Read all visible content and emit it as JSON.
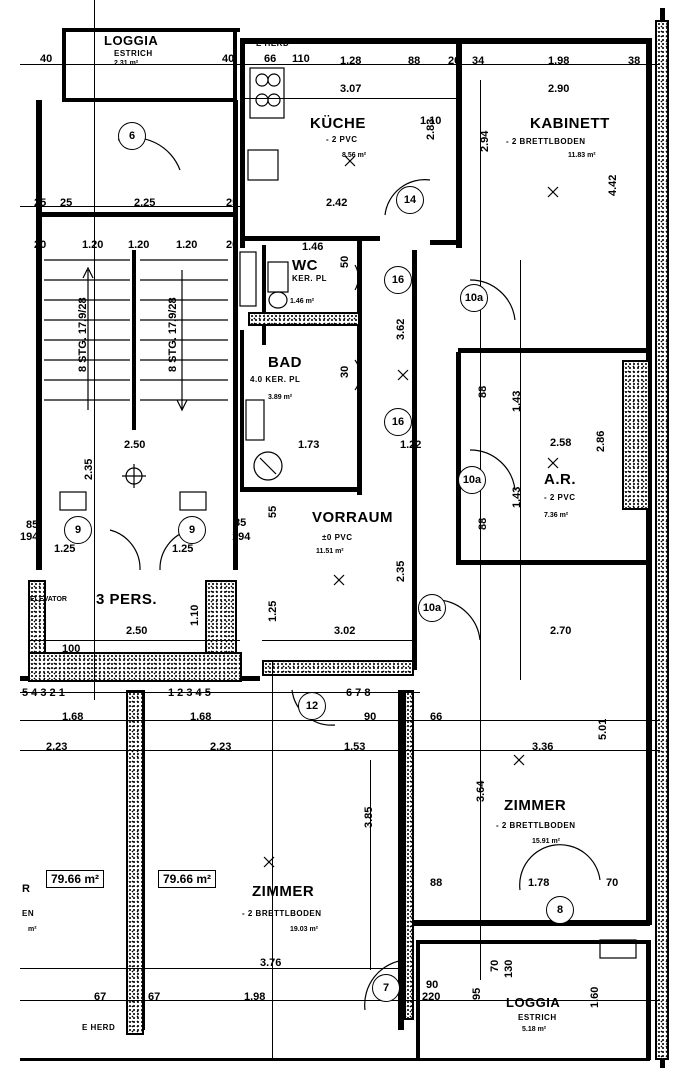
{
  "rooms": {
    "loggia_top": {
      "name": "LOGGIA",
      "floor": "ESTRICH",
      "area": "2.31 m²"
    },
    "kueche": {
      "name": "KÜCHE",
      "floor": "- 2 PVC",
      "area": "8.56 m²"
    },
    "kabinett": {
      "name": "KABINETT",
      "floor": "- 2 BRETTLBODEN",
      "area": "11.83 m²"
    },
    "wc": {
      "name": "WC",
      "floor": "KER. PL",
      "area": "1.46 m²"
    },
    "bad": {
      "name": "BAD",
      "floor": "4.0 KER. PL",
      "area": "3.89 m²"
    },
    "ar": {
      "name": "A.R.",
      "floor": "- 2 PVC",
      "area": "7.36 m²"
    },
    "vorraum": {
      "name": "VORRAUM",
      "floor": "±0 PVC",
      "area": "11.51 m²"
    },
    "zimmer_right": {
      "name": "ZIMMER",
      "floor": "- 2 BRETTLBODEN",
      "area": "15.91 m²"
    },
    "zimmer_left": {
      "name": "ZIMMER",
      "floor": "- 2 BRETTLBODEN",
      "area": "19.03 m²"
    },
    "loggia_bottom": {
      "name": "LOGGIA",
      "floor": "ESTRICH",
      "area": "5.18 m²"
    },
    "lift": {
      "name": "3 PERS."
    }
  },
  "labels": {
    "herd_top": "E HERD",
    "herd_bottom": "E HERD",
    "stair_left": "8 STG. 17,9/28",
    "stair_right": "8 STG. 17,9/28",
    "unit_area_left": "79.66 m²",
    "unit_area_right": "79.66 m²",
    "partial_left": "EN",
    "partial_left_area": "m²",
    "partial_left_letter": "R",
    "elevator_note": "ELEVATOR",
    "hundred": "100"
  },
  "doors": [
    "6",
    "14",
    "16",
    "16",
    "10a",
    "10a",
    "10a",
    "9",
    "9",
    "12",
    "8",
    "7"
  ],
  "dims": {
    "top_40a": "40",
    "top_40b": "40",
    "top_66": "66",
    "top_110": "110",
    "top_128": "1.28",
    "top_88": "88",
    "top_20": "20",
    "top_34": "34",
    "top_198": "1.98",
    "top_38": "38",
    "kue_307": "3.07",
    "kue_283": "2.83",
    "kue_110": "1.10",
    "kue_242": "2.42",
    "kab_290": "2.90",
    "kab_294": "2.94",
    "kab_442": "4.42",
    "st_225": "2.25",
    "st_25a": "25",
    "st_25b": "25",
    "st_25c": "25",
    "st_120a": "1.20",
    "st_120b": "1.20",
    "st_120c": "1.20",
    "st_20a": "20",
    "st_20b": "20",
    "wc_146": "1.46",
    "wc_50": "50",
    "bad_173": "1.73",
    "bad_30": "30",
    "vr_362": "3.62",
    "vr_122": "1.22",
    "vr_235": "2.35",
    "vr_302": "3.02",
    "vr_55": "55",
    "ar_258": "2.58",
    "ar_286": "2.86",
    "ar_143a": "1.43",
    "ar_143b": "1.43",
    "ar_88a": "88",
    "ar_88b": "88",
    "hall_250": "2.50",
    "hall_235": "2.35",
    "hall_125a": "1.25",
    "hall_125b": "1.25",
    "hall_85a": "85",
    "hall_85b": "85",
    "hall_194a": "194",
    "hall_194b": "194",
    "lift_250": "2.50",
    "lift_110": "1.10",
    "lift_125": "1.25",
    "z_168a": "1.68",
    "z_168b": "1.68",
    "z_223a": "2.23",
    "z_223b": "2.23",
    "z_153": "1.53",
    "z_385": "3.85",
    "z_376": "3.76",
    "z_198": "1.98",
    "z_67a": "67",
    "z_67b": "67",
    "zr_270": "2.70",
    "zr_336": "3.36",
    "zr_364": "3.64",
    "zr_501": "5.01",
    "zr_88": "88",
    "zr_178": "1.78",
    "zr_70": "70",
    "zr_66": "66",
    "zr_90": "90",
    "lg_90": "90",
    "lg_220": "220",
    "lg_95": "95",
    "lg_130": "130",
    "lg_160": "1.60",
    "lg_70": "70",
    "steps_left": "5 4 3 2 1",
    "steps_right": "1 2 3 4 5",
    "steps_mid": "6 7 8"
  }
}
